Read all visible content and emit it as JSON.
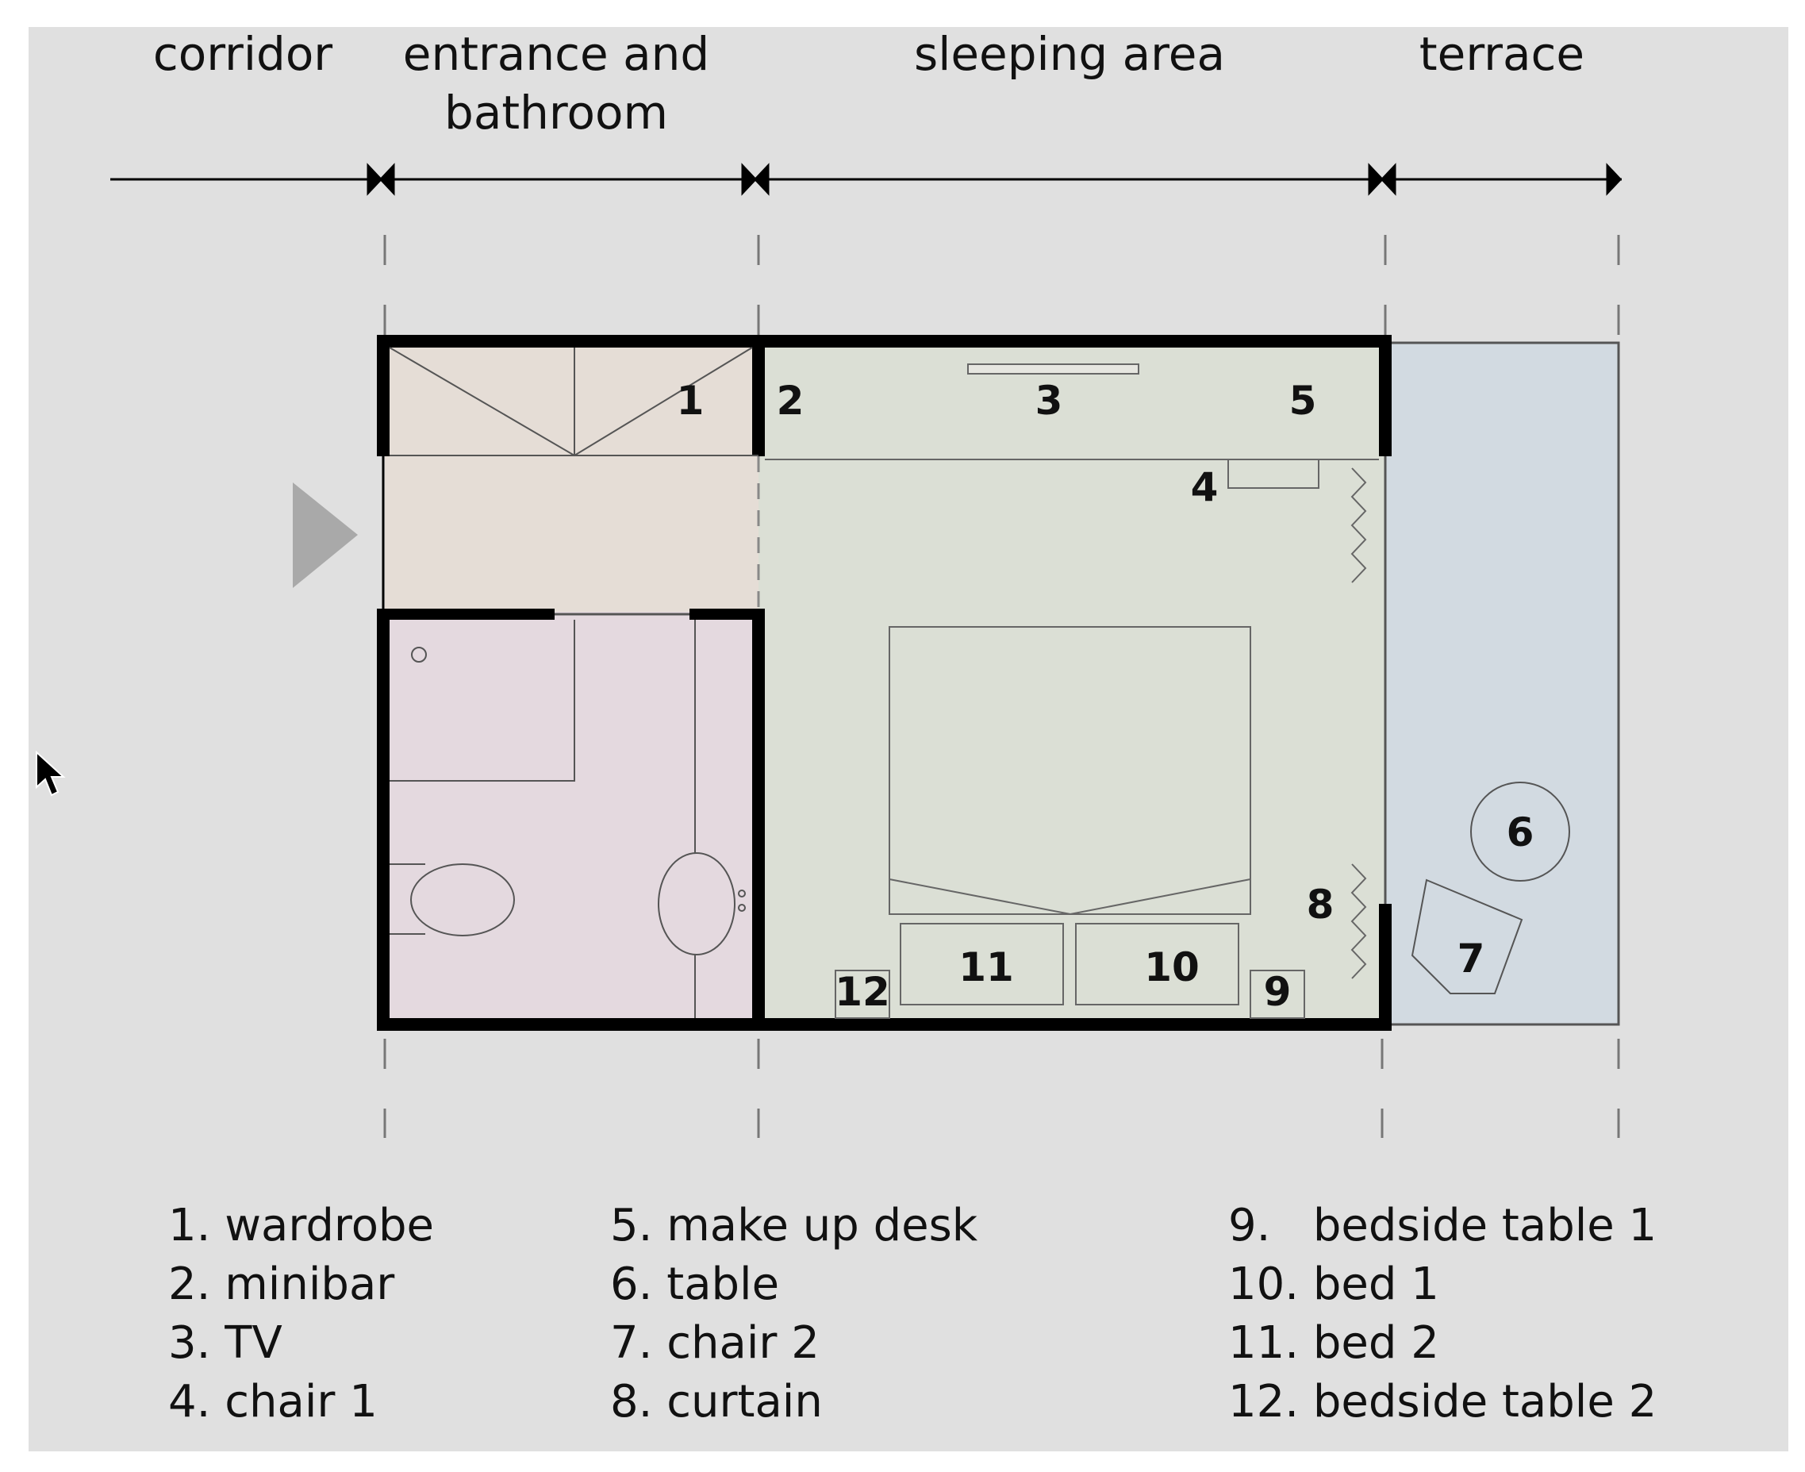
{
  "zones": [
    {
      "id": "corridor",
      "label_lines": [
        "corridor"
      ]
    },
    {
      "id": "entrance",
      "label_lines": [
        "entrance and",
        "bathroom"
      ]
    },
    {
      "id": "sleeping",
      "label_lines": [
        "sleeping area"
      ]
    },
    {
      "id": "terrace",
      "label_lines": [
        "terrace"
      ]
    }
  ],
  "plan_numbers": {
    "n1": "1",
    "n2": "2",
    "n3": "3",
    "n4": "4",
    "n5": "5",
    "n6": "6",
    "n7": "7",
    "n8": "8",
    "n9": "9",
    "n10": "10",
    "n11": "11",
    "n12": "12"
  },
  "legend": {
    "col1": [
      "1. wardrobe",
      "2. minibar",
      "3. TV",
      "4. chair 1"
    ],
    "col2": [
      "5. make up desk",
      "6. table",
      "7. chair 2",
      "8. curtain"
    ],
    "col3": [
      "9.   bedside table 1",
      "10. bed 1",
      "11. bed 2",
      "12. bedside table 2"
    ]
  },
  "colors": {
    "panel_bg": "#e0e0e0",
    "entrance_fill": "#e5ddd6",
    "bathroom_fill": "#e4d9df",
    "sleeping_fill": "#dbdfd5",
    "terrace_fill": "#d2dae1",
    "wall": "#000000",
    "entry_arrow": "#a9a9a9"
  },
  "icons": {
    "entry_arrow": "entry-arrow-icon",
    "cursor": "mouse-pointer-icon"
  }
}
